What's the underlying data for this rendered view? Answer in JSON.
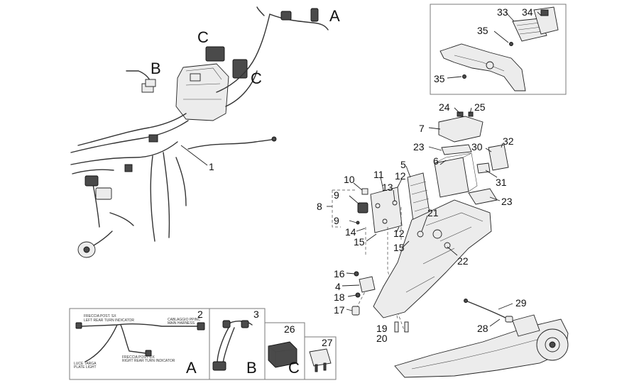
{
  "harness_labels": {
    "A": "A",
    "B": "B",
    "C1": "C",
    "C2": "C",
    "part1": "1"
  },
  "inset_top": {
    "p33": "33",
    "p34": "34",
    "p35a": "35",
    "p35b": "35"
  },
  "callouts": {
    "p24": "24",
    "p25": "25",
    "p7": "7",
    "p30": "30",
    "p32": "32",
    "p23a": "23",
    "p6": "6",
    "p5": "5",
    "p31": "31",
    "p23b": "23",
    "p10": "10",
    "p11": "11",
    "p12a": "12",
    "p9a": "9",
    "p13": "13",
    "p8": "8",
    "p9b": "9",
    "p21": "21",
    "p14": "14",
    "p12b": "12",
    "p15a": "15",
    "p15b": "15",
    "p22": "22",
    "p16": "16",
    "p4": "4",
    "p18": "18",
    "p17": "17",
    "p19": "19",
    "p20": "20",
    "p29": "29",
    "p28": "28"
  },
  "bottom_boxes": {
    "box_a": {
      "number": "2",
      "letter": "A",
      "texts": [
        "FRECCIA POST. SX",
        "LEFT REAR TURN INDICATOR",
        "CABLAGGIO PPINC",
        "MAIN HARNESS",
        "FRECCIA POST. DX",
        "RIGHT REAR TURN INDICATOR",
        "LUCE TARGA",
        "PLATE LIGHT"
      ]
    },
    "box_b": {
      "number": "3",
      "letter": "B"
    },
    "box_c": {
      "number": "26",
      "letter": "C"
    },
    "box_d": {
      "number": "27"
    }
  }
}
